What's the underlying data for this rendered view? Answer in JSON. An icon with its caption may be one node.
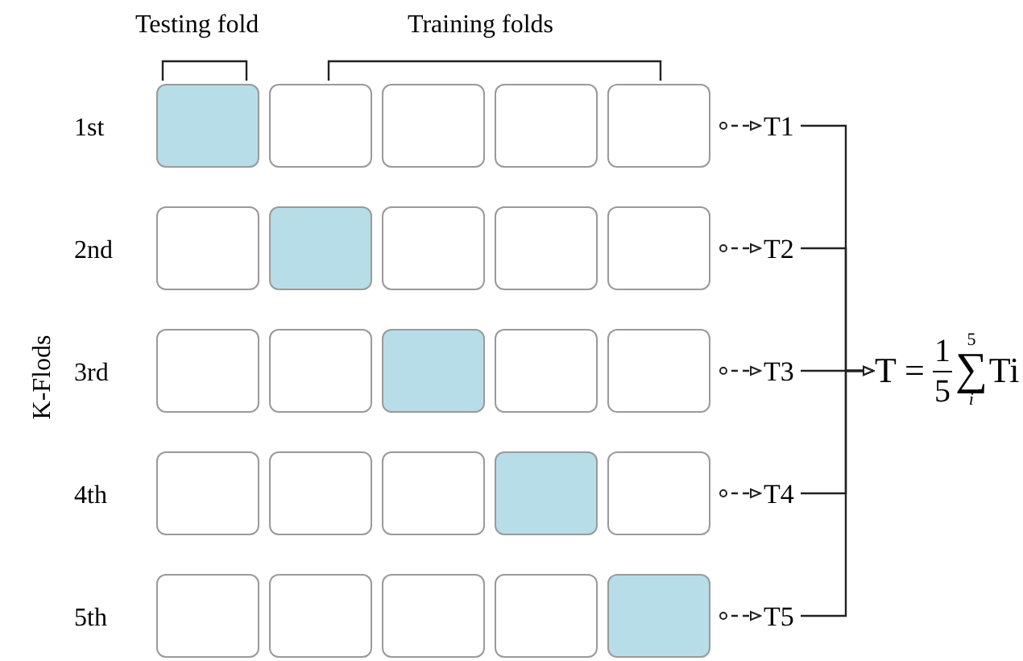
{
  "diagram": {
    "nodes": [
      {
        "text": [],
        "shape": "box"
      },
      {
        "text": [],
        "shape": "box"
      },
      {
        "text": [],
        "shape": "box"
      },
      {
        "text": [],
        "shape": "box"
      },
      {
        "text": [],
        "shape": "box"
      },
      {
        "text": [],
        "shape": "box"
      },
      {
        "text": [],
        "shape": "box"
      },
      {
        "text": [],
        "shape": "box"
      },
      {
        "text": [],
        "shape": "box"
      },
      {
        "text": [],
        "shape": "box"
      },
      {
        "text": [],
        "shape": "box"
      },
      {
        "text": [],
        "shape": "box"
      },
      {
        "text": [],
        "shape": "box"
      },
      {
        "text": [],
        "shape": "box"
      },
      {
        "text": [],
        "shape": "box"
      },
      {
        "text": [],
        "shape": "box"
      },
      {
        "text": [],
        "shape": "box"
      },
      {
        "text": [],
        "shape": "box"
      },
      {
        "text": [],
        "shape": "box"
      },
      {
        "text": [],
        "shape": "box"
      },
      {
        "text": [],
        "shape": "box"
      },
      {
        "text": [],
        "shape": "box"
      },
      {
        "text": [],
        "shape": "box"
      },
      {
        "text": [],
        "shape": "box"
      },
      {
        "text": [],
        "shape": "box"
      },
      {
        "text": [
          "T1"
        ]
      },
      {
        "text": [
          "T2"
        ]
      },
      {
        "text": [
          "T3"
        ]
      },
      {
        "text": [
          "T4"
        ]
      },
      {
        "text": [
          "T5"
        ]
      },
      {
        "text": [
          "T =",
          "1",
          "5",
          "5",
          "∑",
          "i",
          "Ti"
        ]
      }
    ],
    "edges": [
      {
        "from": 4,
        "to": 25,
        "arrow": "to",
        "style": "dashed"
      },
      {
        "from": 9,
        "to": 26,
        "arrow": "to",
        "style": "dashed"
      },
      {
        "from": 14,
        "to": 27,
        "arrow": "to",
        "style": "dashed"
      },
      {
        "from": 19,
        "to": 28,
        "arrow": "to",
        "style": "dashed"
      },
      {
        "from": 24,
        "to": 29,
        "arrow": "to",
        "style": "dashed"
      },
      {
        "from": 25,
        "to": 30,
        "arrow": "to"
      },
      {
        "from": 26,
        "to": 30,
        "arrow": "to"
      },
      {
        "from": 27,
        "to": 30,
        "arrow": "to"
      },
      {
        "from": 28,
        "to": 30,
        "arrow": "to"
      },
      {
        "from": 29,
        "to": 30,
        "arrow": "to"
      }
    ],
    "labels": [
      "Testing fold",
      "Training folds",
      "1st",
      "2nd",
      "3rd",
      "4th",
      "5th",
      "K-Flods"
    ]
  }
}
